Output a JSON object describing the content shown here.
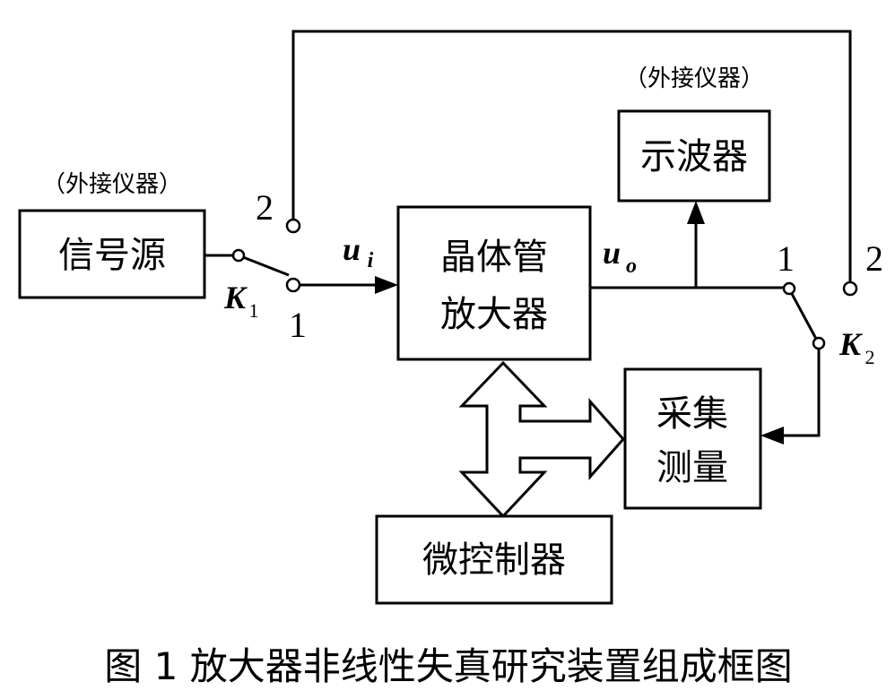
{
  "diagram": {
    "blocks": {
      "signal_source": "信号源",
      "amplifier_line1": "晶体管",
      "amplifier_line2": "放大器",
      "oscilloscope": "示波器",
      "acquisition_line1": "采集",
      "acquisition_line2": "测量",
      "microcontroller": "微控制器"
    },
    "notes": {
      "external_left": "（外接仪器）",
      "external_top": "（外接仪器）"
    },
    "switch_k1": {
      "label": "K",
      "subscript": "1",
      "pos_1": "1",
      "pos_2": "2"
    },
    "switch_k2": {
      "label": "K",
      "subscript": "2",
      "pos_1": "1",
      "pos_2": "2"
    },
    "signals": {
      "input": "u",
      "input_sub": "i",
      "output": "u",
      "output_sub": "o"
    },
    "caption": "图 1  放大器非线性失真研究装置组成框图"
  }
}
